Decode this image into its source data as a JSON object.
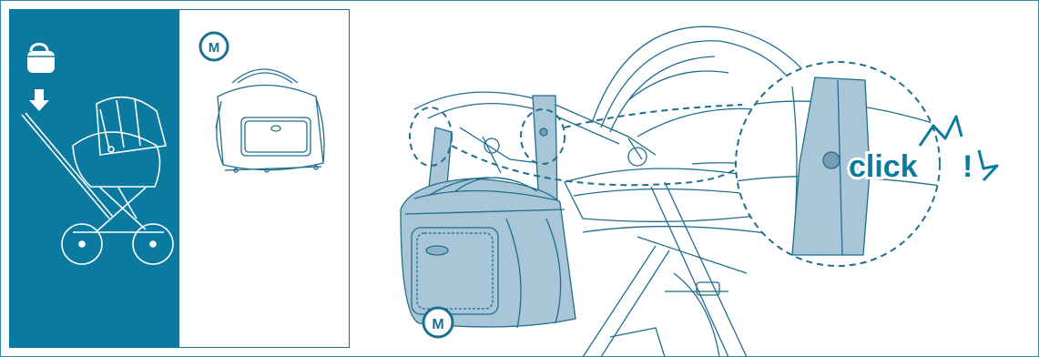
{
  "badge_label": "M",
  "click_text": "click",
  "click_mark": "!",
  "colors": {
    "accent": "#0a7aa0",
    "line": "#1f6e8c",
    "bag_fill": "#a9c6d9",
    "outline": "#1b6f91",
    "white": "#ffffff"
  },
  "icons": [
    "carry-bag-icon",
    "down-arrow-icon",
    "pram-icon",
    "changing-bag-icon",
    "stroller-with-bag",
    "detail-zoom-circle",
    "click-burst-icon"
  ]
}
